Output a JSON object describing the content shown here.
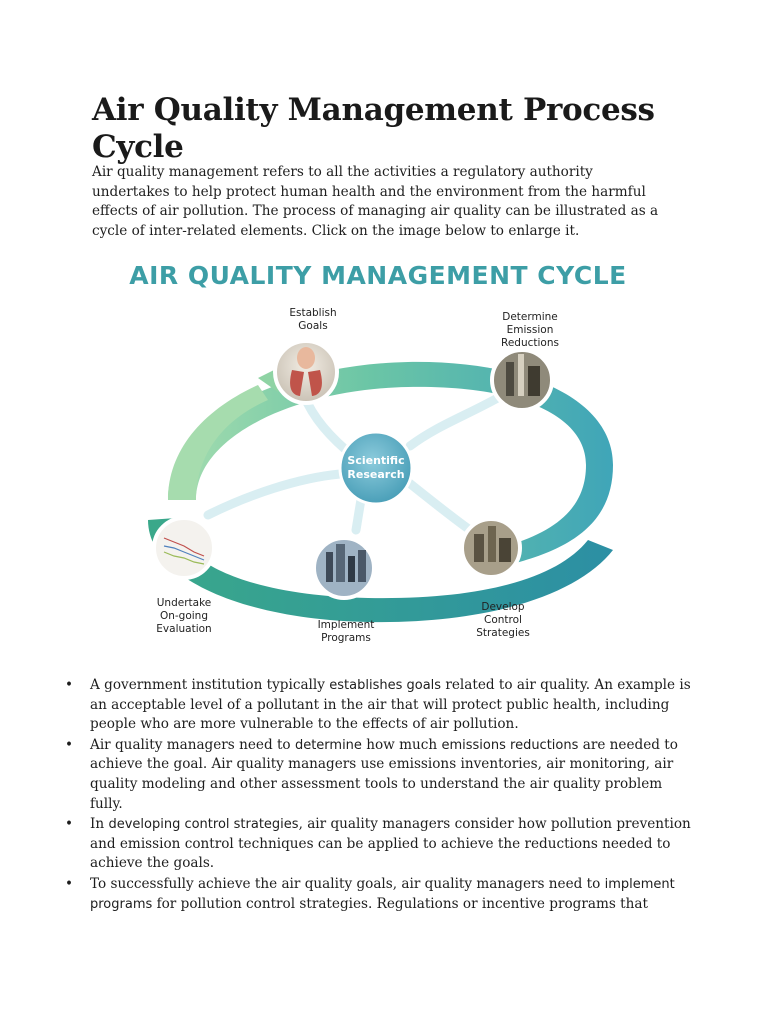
{
  "title": "Air Quality Management Process Cycle",
  "intro": "Air quality management refers to all the activities a regulatory authority undertakes to help protect human health and the environment from the harmful effects of air pollution. The process of managing air quality can be illustrated as a cycle of inter-related elements. Click on the image below to enlarge it.",
  "diagram": {
    "title": "AIR QUALITY MANAGEMENT CYCLE",
    "center": {
      "line1": "Scientific",
      "line2": "Research"
    },
    "nodes": {
      "goals": {
        "line1": "Establish",
        "line2": "Goals"
      },
      "emission": {
        "line1": "Determine",
        "line2": "Emission",
        "line3": "Reductions"
      },
      "strategies": {
        "line1": "Develop",
        "line2": "Control",
        "line3": "Strategies"
      },
      "programs": {
        "line1": "Implement",
        "line2": "Programs"
      },
      "evaluation": {
        "line1": "Undertake",
        "line2": "On-going",
        "line3": "Evaluation"
      }
    },
    "colors": {
      "title": "#3d9ea6",
      "ring_light": "#8fd3a4",
      "ring_dark": "#2a8fa8",
      "center": "#5fb0c6"
    }
  },
  "bullets": [
    {
      "pre": "A government institution typically ",
      "kw1": "establishes goals",
      "mid": " related to air quality. An example is an acceptable level of a pollutant in the air that will protect public health, including people who are more vulnerable to the effects of air pollution."
    },
    {
      "pre": "Air quality managers need to ",
      "kw1": "determine",
      "mid": " how much ",
      "kw2": "emissions reductions",
      "post": " are needed to achieve the goal. Air quality managers use emissions inventories, air monitoring,  air quality modeling and other assessment tools to understand the air quality problem fully."
    },
    {
      "pre": "In ",
      "kw1": "developing control strategies",
      "mid": ", air quality managers consider how pollution prevention and emission control techniques can be applied to achieve the reductions needed to achieve the goals."
    },
    {
      "pre": "To successfully achieve the air quality goals, air quality managers need to ",
      "kw1": "implement programs",
      "mid": " for pollution control strategies. Regulations or incentive programs that"
    }
  ],
  "bullet_char": "•"
}
